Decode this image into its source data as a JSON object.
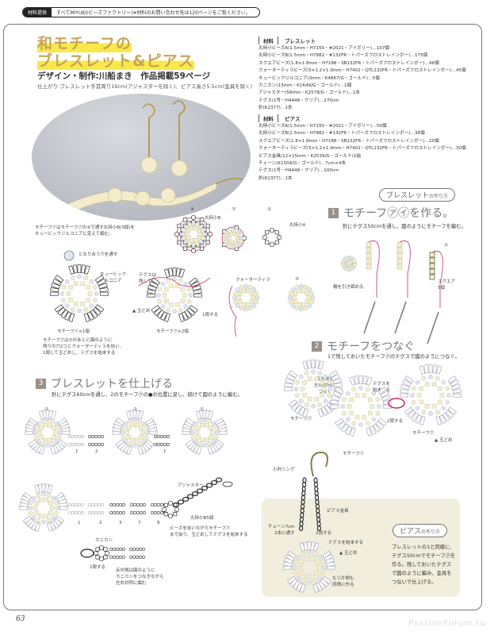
{
  "header": {
    "tag": "材料提供",
    "text": "すべてMIYUKI(ビーズファクトリー)※材料のお問い合わせ先は120ページをご覧ください。"
  },
  "title": {
    "line1": "和モチーフの",
    "line2": "ブレスレット&ピアス"
  },
  "credit": "デザイン・制作:川船まき　作品掲載59ページ",
  "finish": "仕上がり:ブレスレット手首周り16cm(アジャスターを除く)、ピアス長さ5.5cm(金具を除く)",
  "materials": [
    {
      "tag": "材料",
      "name": "ブレスレット",
      "items": [
        "丸特小ビーズA(1.5mm・H7150・#2021・アイボリー)…107個",
        "丸特小ビーズB(1.5mm・H7882・#132FR・トパーズフロストレインボー)…175個",
        "スクエアビーズ(1.8×1.8mm・H7188・SB132FR・トパーズフロストレインボー)…46個",
        "クォーターティラビーズ(5×1.2×1.9mm・H7402・QTL132FR・トパーズフロストレインボー)…45個",
        "キュービックジルコニア(3mm・K4867/G・ゴールド)…5個",
        "カニカン(13mm・K1649/G・ゴールド)…1個",
        "アジャスター(58mm・K2578/G・ゴールド)…1本",
        "テグス(1号・H4448・クリア)…270cm",
        "針(K2377)…1本"
      ]
    },
    {
      "tag": "材料",
      "name": "ピアス",
      "items": [
        "丸特小ビーズA(1.5mm・H7150・#2021・アイボリー)…50個",
        "丸特小ビーズB(1.5mm・H7882・#132FR・トパーズフロストレインボー)…38個",
        "スクエアビーズ(1.8×1.8mm・H7188・SB132FR・トパーズフロストレインボー)…20個",
        "クォーターティラビーズ(5×1.2×1.9mm・H7402・QTL132FR・トパーズフロストレインボー)…30個",
        "ピアス金具(12×15mm・K2539/G・ゴールド)1組",
        "チェーン(K1504/G・ゴールド)…7cm×4本",
        "テグス(1号・H4448・クリア)…100cm",
        "針(K2377)…1本"
      ]
    }
  ],
  "howto": {
    "bracelet_pill": "ブレスレット",
    "pill_suffix": "の作り方",
    "pierce_pill": "ピアス"
  },
  "step1": {
    "num": "1",
    "title": "モチーフ㋐㋑を作る。",
    "inst": "針にテグス50cmを通し、図のようにモチーフを編む。",
    "labels": {
      "c1": "①",
      "c2": "②",
      "c3": "③",
      "c4": "④",
      "c5": "⑤",
      "square": "スクエア",
      "square_n": "5個",
      "pull": "輪を引き締める",
      "maruB": "丸特小B",
      "maruA": "丸特小A",
      "quarter": "クォーターティラ",
      "leave1": "テグスは",
      "leave2": "残しておく",
      "knot": "玉どめ",
      "once": "1周する",
      "motif_a2": "モチーフ㋐×2個",
      "motif_i1": "モチーフ㋑×1個",
      "cubic1": "キュービック",
      "cubic2": "ジルコニア",
      "adjacent": "となり合う穴を通す",
      "note1a": "モチーフ㋑はモチーフ㋐の④で通す丸特小B(3個)を",
      "note1b": "キュービックジルコニアに変えて編む。",
      "note2a": "モチーフ㋐は⑤のあとに図のように",
      "note2b": "残りの穴2つとクォーターティラを拾い、",
      "note2c": "1周して玉どめし、テグスを始末する"
    }
  },
  "step2": {
    "num": "2",
    "title": "モチーフをつなぐ",
    "inst": "1で残しておいたモチーフ㋐のテグスで図のようにつなぐ。",
    "labels": {
      "opp1": "反対側も",
      "opp2": "左右対称に",
      "opp3": "つなぐ",
      "finish1": "テグスを",
      "finish2": "始末する",
      "twice": "2周する",
      "ma": "モチーフ㋐",
      "mi": "モチーフ㋑",
      "ma2": "モチーフ㋐",
      "knot": "玉どめ"
    }
  },
  "step3": {
    "num": "3",
    "title": "ブレスレットを仕上げる",
    "inst": "針にテグス60cmを通し、2のモチーフ㋐の●の位置に足し、続けて図のように編む。",
    "labels": {
      "c3": "③",
      "c2": "②",
      "c1": "①",
      "n1": "1",
      "n2": "2",
      "n3": "3",
      "n7": "7",
      "n8": "8",
      "adjuster": "アジャスター",
      "maruB5": "丸特小B5個",
      "back1": "ビーズを拾いながらモチーフ㋐",
      "back2": "まで戻り、玉どめしてテグスを始末する",
      "clasp": "カニカン",
      "twice": "2周する",
      "opp1": "反対側は図のように",
      "opp2": "カニカンをつなぎながら",
      "opp3": "左右対称に編む"
    }
  },
  "pierce": {
    "ring": "小判リング",
    "hook": "ピアス金具",
    "chain1": "チェーン7cm",
    "chain2": "2本に通す",
    "twice": "2周する",
    "finish": "テグスを始末する",
    "knot": "玉どめ",
    "other1": "もう片側も",
    "other2": "同様に作る",
    "body": [
      "ブレスレットの1と同様に、",
      "テグス50cmでモチーフ㋐を",
      "作る。残しておいたテグス",
      "で図のように編み、金具を",
      "つないで仕上げる。"
    ]
  },
  "page_number": "63",
  "watermark": "PassionForum.ru",
  "colors": {
    "title": "#c9a45a",
    "highlight": "#f7e94a",
    "thread": "#c2316a",
    "step_badge": "#9a9087",
    "beige": "#f1eedd"
  }
}
